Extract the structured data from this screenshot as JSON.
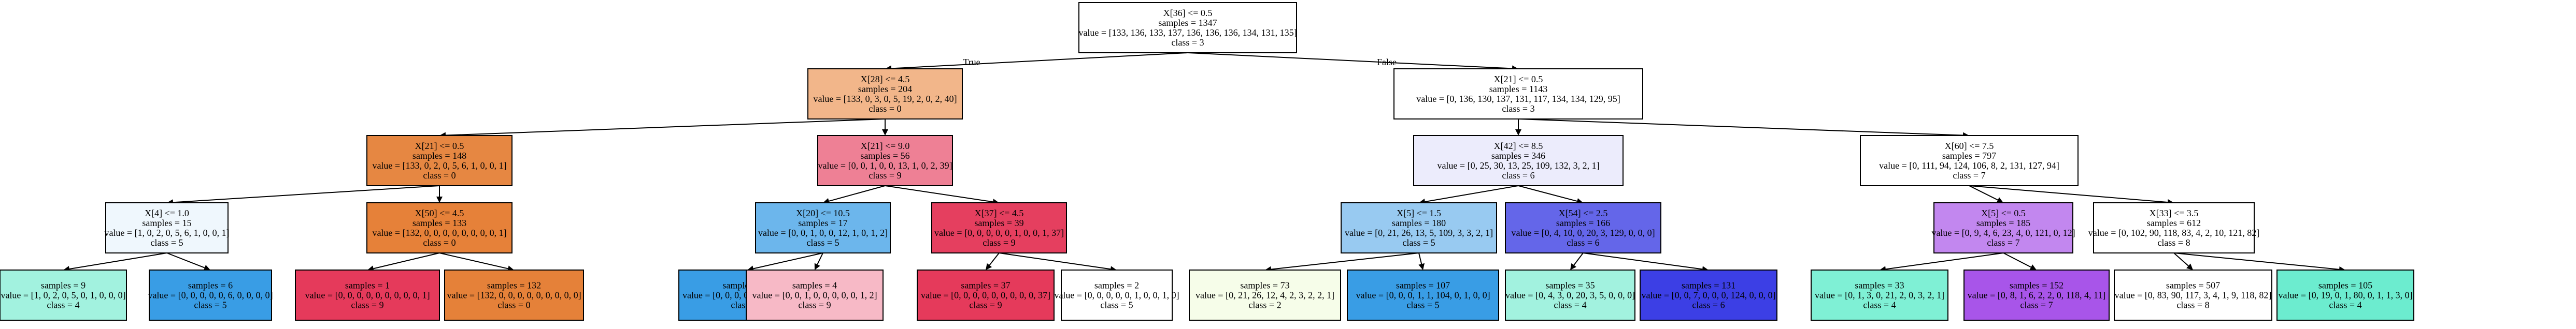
{
  "nodes": [
    {
      "id": "n0",
      "fill": "#ffffff",
      "lines": [
        "X[36] <= 0.5",
        "samples = 1347",
        "value = [133, 136, 133, 137, 136, 136, 136, 134, 131, 135]",
        "class = 3"
      ]
    },
    {
      "id": "n1",
      "fill": "#f2b68a",
      "lines": [
        "X[28] <= 4.5",
        "samples = 204",
        "value = [133, 0, 3, 0, 5, 19, 2, 0, 2, 40]",
        "class = 0"
      ]
    },
    {
      "id": "n2",
      "fill": "#ffffff",
      "lines": [
        "X[21] <= 0.5",
        "samples = 1143",
        "value = [0, 136, 130, 137, 131, 117, 134, 134, 129, 95]",
        "class = 3"
      ]
    },
    {
      "id": "n3",
      "fill": "#e68742",
      "lines": [
        "X[21] <= 0.5",
        "samples = 148",
        "value = [133, 0, 2, 0, 5, 6, 1, 0, 0, 1]",
        "class = 0"
      ]
    },
    {
      "id": "n4",
      "fill": "#ee8095",
      "lines": [
        "X[21] <= 9.0",
        "samples = 56",
        "value = [0, 0, 1, 0, 0, 13, 1, 0, 2, 39]",
        "class = 9"
      ]
    },
    {
      "id": "n5",
      "fill": "#ececfc",
      "lines": [
        "X[42] <= 8.5",
        "samples = 346",
        "value = [0, 25, 30, 13, 25, 109, 132, 3, 2, 1]",
        "class = 6"
      ]
    },
    {
      "id": "n6",
      "fill": "#ffffff",
      "lines": [
        "X[60] <= 7.5",
        "samples = 797",
        "value = [0, 111, 94, 124, 106, 8, 2, 131, 127, 94]",
        "class = 7"
      ]
    },
    {
      "id": "n7",
      "fill": "#eff7fd",
      "lines": [
        "X[4] <= 1.0",
        "samples = 15",
        "value = [1, 0, 2, 0, 5, 6, 1, 0, 0, 1]",
        "class = 5"
      ]
    },
    {
      "id": "n8",
      "fill": "#e68139",
      "lines": [
        "X[50] <= 4.5",
        "samples = 133",
        "value = [132, 0, 0, 0, 0, 0, 0, 0, 0, 1]",
        "class = 0"
      ]
    },
    {
      "id": "n9",
      "fill": "#6cb6ec",
      "lines": [
        "X[20] <= 10.5",
        "samples = 17",
        "value = [0, 0, 1, 0, 0, 12, 1, 0, 1, 2]",
        "class = 5"
      ]
    },
    {
      "id": "n10",
      "fill": "#e53f5f",
      "lines": [
        "X[37] <= 4.5",
        "samples = 39",
        "value = [0, 0, 0, 0, 0, 1, 0, 0, 1, 37]",
        "class = 9"
      ]
    },
    {
      "id": "n11",
      "fill": "#98caf1",
      "lines": [
        "X[5] <= 1.5",
        "samples = 180",
        "value = [0, 21, 26, 13, 5, 109, 3, 3, 2, 1]",
        "class = 5"
      ]
    },
    {
      "id": "n12",
      "fill": "#6466e9",
      "lines": [
        "X[54] <= 2.5",
        "samples = 166",
        "value = [0, 4, 10, 0, 20, 3, 129, 0, 0, 0]",
        "class = 6"
      ]
    },
    {
      "id": "n13",
      "fill": "#c287ef",
      "lines": [
        "X[5] <= 0.5",
        "samples = 185",
        "value = [0, 9, 4, 6, 23, 4, 0, 121, 0, 12]",
        "class = 7"
      ]
    },
    {
      "id": "n14",
      "fill": "#ffffff",
      "lines": [
        "X[33] <= 3.5",
        "samples = 612",
        "value = [0, 102, 90, 118, 83, 4, 2, 10, 121, 82]",
        "class = 8"
      ]
    },
    {
      "id": "n15",
      "fill": "#a2f2df",
      "lines": [
        "samples = 9",
        "value = [1, 0, 2, 0, 5, 0, 1, 0, 0, 0]",
        "class = 4"
      ]
    },
    {
      "id": "n16",
      "fill": "#399de5",
      "lines": [
        "samples = 6",
        "value = [0, 0, 0, 0, 0, 6, 0, 0, 0, 0]",
        "class = 5"
      ]
    },
    {
      "id": "n17",
      "fill": "#e53a5b",
      "lines": [
        "samples = 1",
        "value = [0, 0, 0, 0, 0, 0, 0, 0, 0, 1]",
        "class = 9"
      ]
    },
    {
      "id": "n18",
      "fill": "#e58139",
      "lines": [
        "samples = 132",
        "value = [132, 0, 0, 0, 0, 0, 0, 0, 0, 0]",
        "class = 0"
      ]
    },
    {
      "id": "n19",
      "fill": "#399de5",
      "lines": [
        "samples = 13",
        "value = [0, 0, 0, 0, 0, 12, 1, 0, 0, 0]",
        "class = 5"
      ]
    },
    {
      "id": "n20",
      "fill": "#f7b9c6",
      "lines": [
        "samples = 4",
        "value = [0, 0, 1, 0, 0, 0, 0, 0, 1, 2]",
        "class = 9"
      ]
    },
    {
      "id": "n21",
      "fill": "#e53a5b",
      "lines": [
        "samples = 37",
        "value = [0, 0, 0, 0, 0, 0, 0, 0, 0, 37]",
        "class = 9"
      ]
    },
    {
      "id": "n22",
      "fill": "#ffffff",
      "lines": [
        "samples = 2",
        "value = [0, 0, 0, 0, 0, 1, 0, 0, 1, 0]",
        "class = 5"
      ]
    },
    {
      "id": "n23",
      "fill": "#f6fde9",
      "lines": [
        "samples = 73",
        "value = [0, 21, 26, 12, 4, 2, 3, 2, 2, 1]",
        "class = 2"
      ]
    },
    {
      "id": "n24",
      "fill": "#399de5",
      "lines": [
        "samples = 107",
        "value = [0, 0, 0, 1, 1, 104, 0, 1, 0, 0]",
        "class = 5"
      ]
    },
    {
      "id": "n25",
      "fill": "#a2f2df",
      "lines": [
        "samples = 35",
        "value = [0, 4, 3, 0, 20, 3, 5, 0, 0, 0]",
        "class = 4"
      ]
    },
    {
      "id": "n26",
      "fill": "#3c3fe5",
      "lines": [
        "samples = 131",
        "value = [0, 0, 7, 0, 0, 0, 124, 0, 0, 0]",
        "class = 6"
      ]
    },
    {
      "id": "n27",
      "fill": "#7ff0d5",
      "lines": [
        "samples = 33",
        "value = [0, 1, 3, 0, 21, 2, 0, 3, 2, 1]",
        "class = 4"
      ]
    },
    {
      "id": "n28",
      "fill": "#a855e9",
      "lines": [
        "samples = 152",
        "value = [0, 8, 1, 6, 2, 2, 0, 118, 4, 11]",
        "class = 7"
      ]
    },
    {
      "id": "n29",
      "fill": "#ffffff",
      "lines": [
        "samples = 507",
        "value = [0, 83, 90, 117, 3, 4, 1, 9, 118, 82]",
        "class = 8"
      ]
    },
    {
      "id": "n30",
      "fill": "#6ceccf",
      "lines": [
        "samples = 105",
        "value = [0, 19, 0, 1, 80, 0, 1, 1, 3, 0]",
        "class = 4"
      ]
    }
  ],
  "edge_labels": {
    "true": "True",
    "false": "False"
  }
}
